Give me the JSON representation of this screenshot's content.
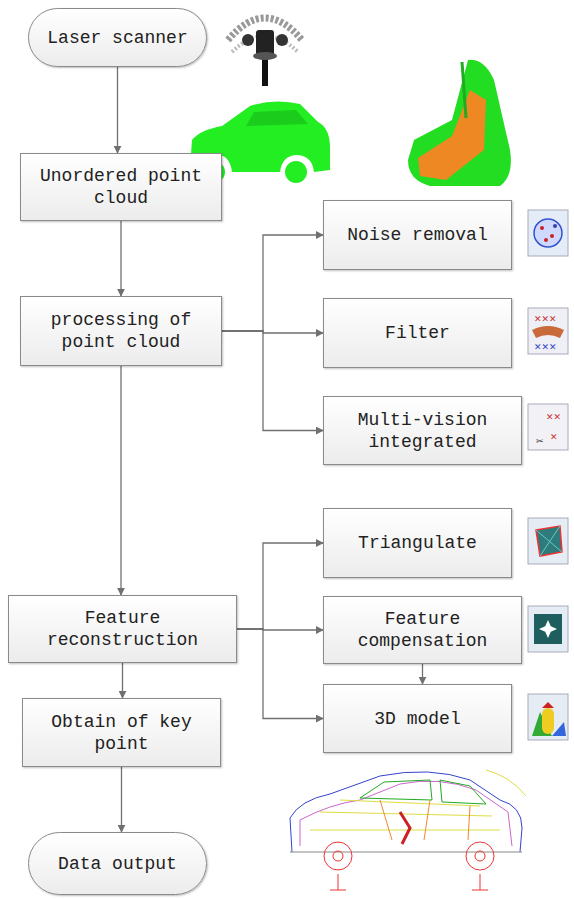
{
  "diagram": {
    "nodes": [
      {
        "text": [
          "Laser scanner"
        ]
      },
      {
        "text": [
          "Unordered point cloud"
        ]
      },
      {
        "text": [
          "processing of point cloud"
        ]
      },
      {
        "text": [
          "Noise removal"
        ]
      },
      {
        "text": [
          "Filter"
        ]
      },
      {
        "text": [
          "Multi-vision integrated"
        ]
      },
      {
        "text": [
          "Feature reconstruction"
        ]
      },
      {
        "text": [
          "Triangulate"
        ]
      },
      {
        "text": [
          "Feature compensation"
        ]
      },
      {
        "text": [
          "3D model"
        ]
      },
      {
        "text": [
          "Obtain of key point"
        ]
      },
      {
        "text": [
          "Data output"
        ]
      }
    ],
    "edges": [
      {
        "from": 0,
        "to": 1,
        "arrow": "to"
      },
      {
        "from": 1,
        "to": 2,
        "arrow": "to"
      },
      {
        "from": 2,
        "to": 3,
        "arrow": "to"
      },
      {
        "from": 2,
        "to": 4,
        "arrow": "to"
      },
      {
        "from": 2,
        "to": 5,
        "arrow": "to"
      },
      {
        "from": 2,
        "to": 6,
        "arrow": "to"
      },
      {
        "from": 6,
        "to": 7,
        "arrow": "to"
      },
      {
        "from": 6,
        "to": 8,
        "arrow": "to"
      },
      {
        "from": 6,
        "to": 9,
        "arrow": "to"
      },
      {
        "from": 8,
        "to": 9,
        "arrow": "to"
      },
      {
        "from": 6,
        "to": 10,
        "arrow": "to"
      },
      {
        "from": 10,
        "to": 11,
        "arrow": "to"
      }
    ]
  }
}
